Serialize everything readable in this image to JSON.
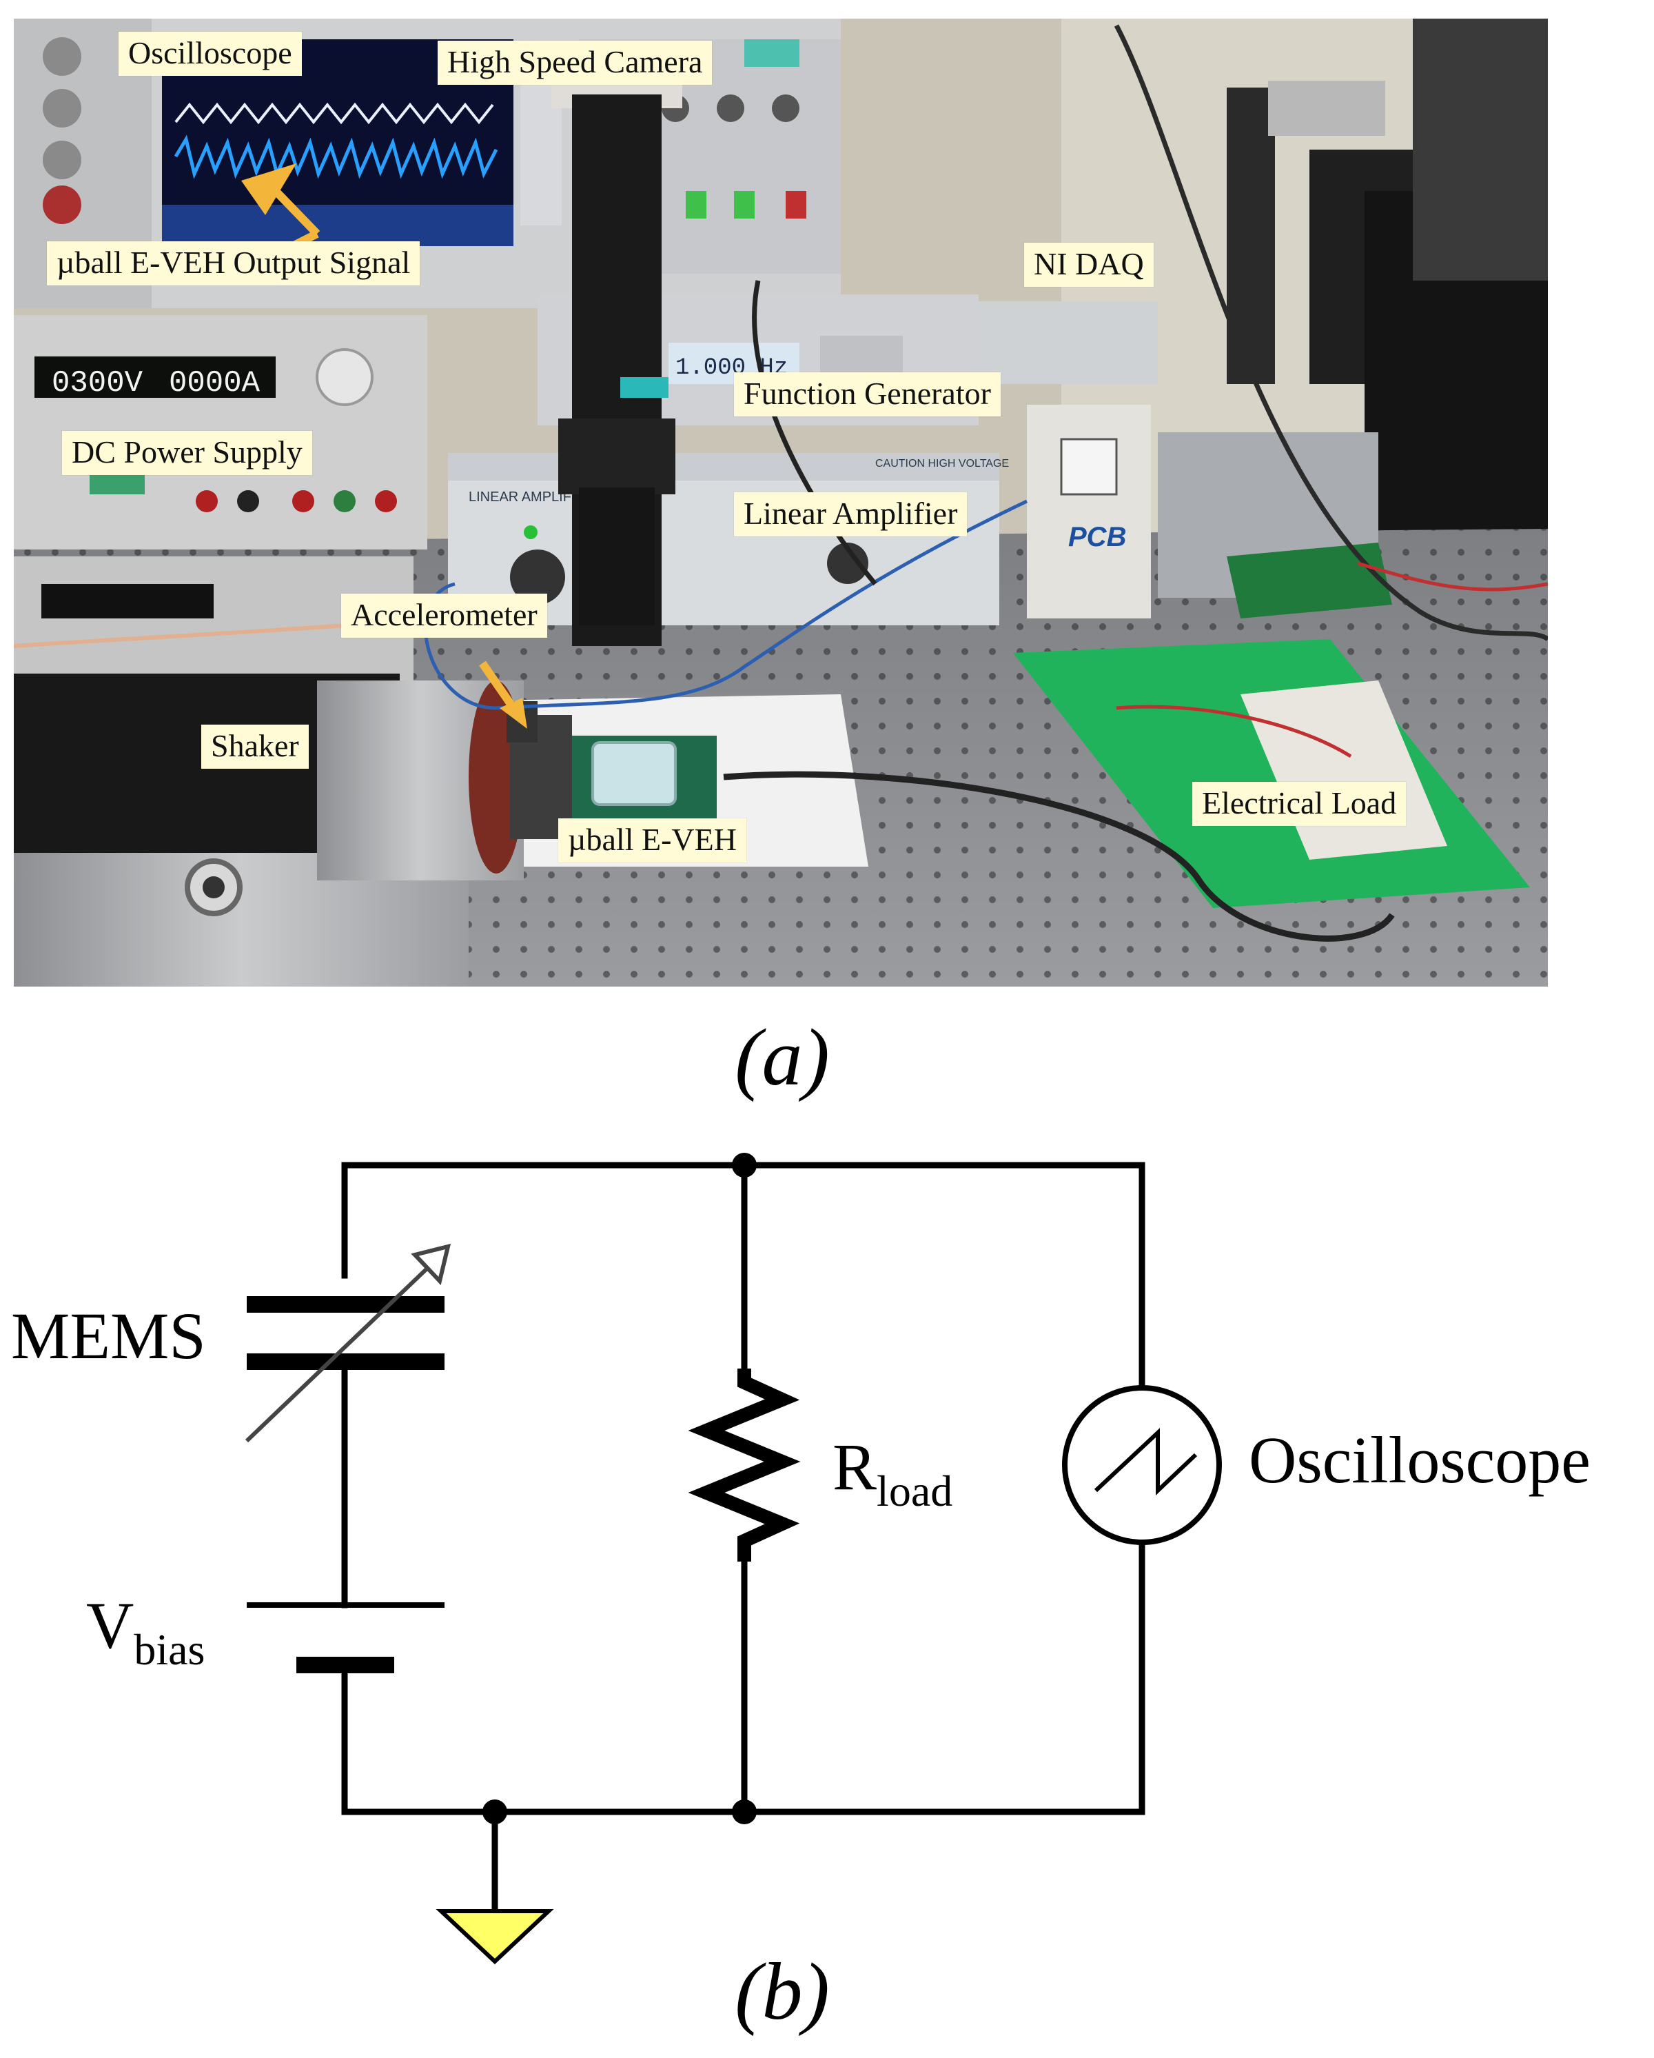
{
  "photo": {
    "callouts": {
      "oscilloscope": "Oscilloscope",
      "high_speed_camera": "High Speed Camera",
      "output_signal": "µball E-VEH Output  Signal",
      "ni_daq": "NI DAQ",
      "function_generator": "Function Generator",
      "dc_power_supply": "DC Power Supply",
      "linear_amplifier": "Linear Amplifier",
      "accelerometer": "Accelerometer",
      "shaker": "Shaker",
      "device": "µball E-VEH",
      "electrical_load": "Electrical Load"
    },
    "instrument_text": {
      "power_supply_display_v": "0300V",
      "power_supply_display_a": "0000A",
      "function_generator_display": "1.000 Hz",
      "linear_amplifier_name": "LINEAR AMPLIFIER",
      "linear_amplifier_warning": "CAUTION HIGH VOLTAGE",
      "daq_brand": "PCB"
    }
  },
  "panel_labels": {
    "a": "(a)",
    "b": "(b)"
  },
  "circuit": {
    "mems": "MEMS",
    "r_main": "R",
    "r_sub": "load",
    "v_main": "V",
    "v_sub": "bias",
    "scope": "Oscilloscope"
  },
  "colors": {
    "ground_fill": "#ffff66",
    "callout_bg": "#fffbd6",
    "arrow": "#f4b63a",
    "wire": "#000000"
  }
}
